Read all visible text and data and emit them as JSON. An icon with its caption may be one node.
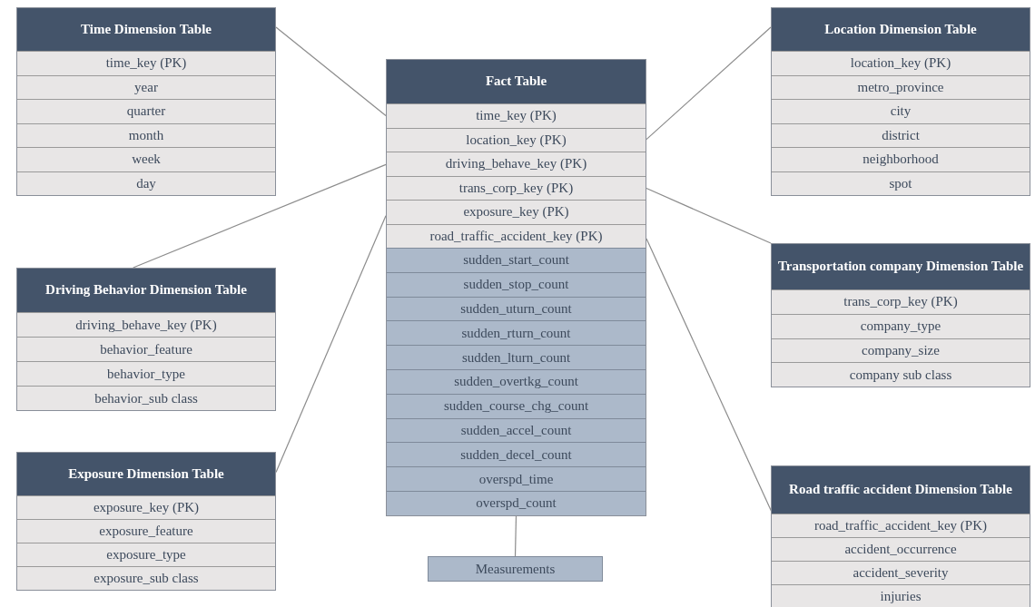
{
  "diagram": {
    "nodes": [
      {
        "text": [
          "Time Dimension Table",
          "time_key (PK)",
          "year",
          "quarter",
          "month",
          "week",
          "day"
        ]
      },
      {
        "text": [
          "Fact Table",
          "time_key (PK)",
          "location_key (PK)",
          "driving_behave_key (PK)",
          "trans_corp_key (PK)",
          "exposure_key (PK)",
          "road_traffic_accident_key (PK)"
        ]
      },
      {
        "text": [
          "sudden_start_count",
          "sudden_stop_count",
          "sudden_uturn_count",
          "sudden_rturn_count",
          "sudden_lturn_count",
          "sudden_overtkg_count",
          "sudden_course_chg_count",
          "sudden_accel_count",
          "sudden_decel_count",
          "overspd_time",
          "overspd_count"
        ],
        "in": 1
      },
      {
        "text": [
          "Location Dimension Table",
          "location_key (PK)",
          "metro_province",
          "city",
          "district",
          "neighborhood",
          "spot"
        ]
      },
      {
        "text": [
          "Driving Behavior Dimension Table",
          "driving_behave_key (PK)",
          "behavior_feature",
          "behavior_type",
          "behavior_sub class"
        ]
      },
      {
        "text": [
          "Transportation company Dimension Table",
          "trans_corp_key (PK)",
          "company_type",
          "company_size",
          "company sub class"
        ]
      },
      {
        "text": [
          "Exposure Dimension Table",
          "exposure_key (PK)",
          "exposure_feature",
          "exposure_type",
          "exposure_sub class"
        ]
      },
      {
        "text": [
          "Road traffic accident Dimension Table",
          "road_traffic_accident_key (PK)",
          "accident_occurrence",
          "accident_severity",
          "injuries"
        ]
      },
      {
        "text": [
          "Measurements"
        ]
      }
    ],
    "edges": [
      {
        "from": 0,
        "to": 1,
        "arrow": "none"
      },
      {
        "from": 3,
        "to": 1,
        "arrow": "none"
      },
      {
        "from": 4,
        "to": 1,
        "arrow": "none"
      },
      {
        "from": 5,
        "to": 1,
        "arrow": "none"
      },
      {
        "from": 6,
        "to": 1,
        "arrow": "none"
      },
      {
        "from": 7,
        "to": 1,
        "arrow": "none"
      },
      {
        "from": 2,
        "to": 8,
        "arrow": "none"
      }
    ]
  }
}
